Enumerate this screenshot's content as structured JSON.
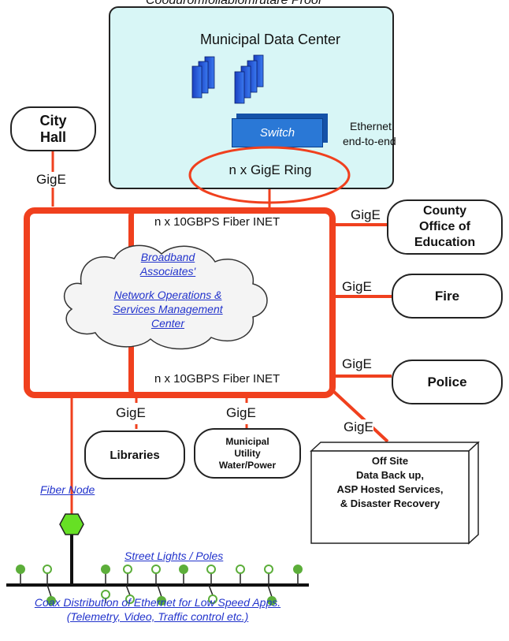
{
  "header_partial": "Cooduromfollablomrutare Proof",
  "data_center": {
    "title": "Municipal Data Center",
    "switch_label": "Switch",
    "ethernet_label_1": "Ethernet",
    "ethernet_label_2": "end-to-end",
    "ring_label": "n x GigE Ring"
  },
  "city_hall": {
    "line1": "City",
    "line2": "Hall"
  },
  "inet": {
    "top_label": "n x 10GBPS Fiber INET",
    "bottom_label": "n x 10GBPS Fiber INET"
  },
  "noc": {
    "line1": "Broadband",
    "line2": "Associates'",
    "line3": "Network Operations &",
    "line4": "Services Management",
    "line5": "Center"
  },
  "gige_label": "GigE",
  "county": {
    "line1": "County",
    "line2": "Office of",
    "line3": "Education"
  },
  "fire": "Fire",
  "police": "Police",
  "libraries": "Libraries",
  "utility": {
    "line1": "Municipal",
    "line2": "Utility",
    "line3": "Water/Power"
  },
  "offsite": {
    "line1": "Off Site",
    "line2": "Data Back up,",
    "line3": "ASP Hosted Services,",
    "line4": "& Disaster Recovery"
  },
  "fiber_node_label": "Fiber Node",
  "street_lights_label": "Street Lights / Poles",
  "coax_label_1": "Coax Distribution of Ethernet for Low Speed Apps.",
  "coax_label_2": "(Telemetry, Video, Traffic control etc.)",
  "colors": {
    "accent_red": "#f0401e",
    "teal_bg": "#d8f6f6",
    "switch_blue": "#2a78d6",
    "pole_green": "#5cae3a",
    "link_blue": "#2233cc"
  }
}
